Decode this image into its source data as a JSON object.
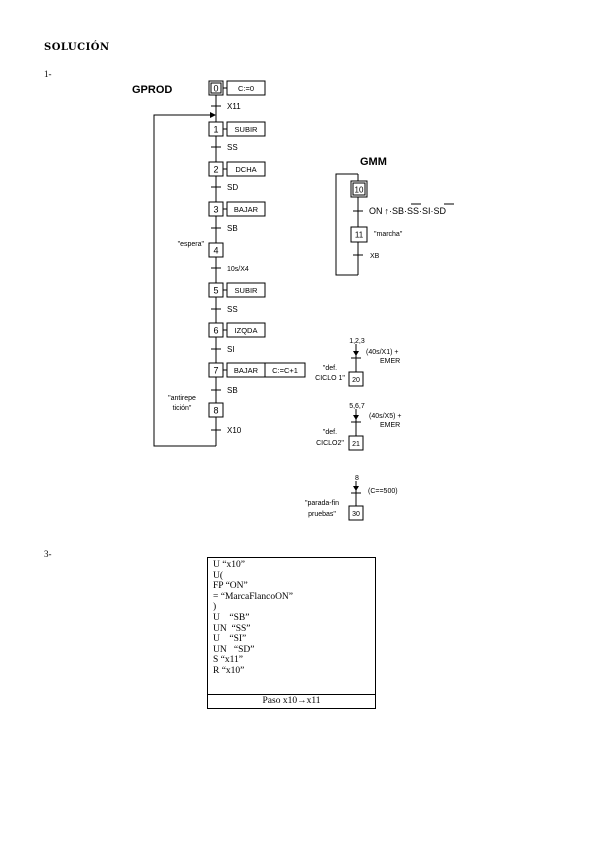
{
  "heading": "SOLUCIÓN",
  "section_1": "1-",
  "section_3": "3-",
  "gprod": {
    "title": "GPROD",
    "steps": [
      {
        "n": "0",
        "action": "C:=0"
      },
      {
        "n": "1",
        "action": "SUBIR"
      },
      {
        "n": "2",
        "action": "DCHA"
      },
      {
        "n": "3",
        "action": "BAJAR"
      },
      {
        "n": "4",
        "action": ""
      },
      {
        "n": "5",
        "action": "SUBIR"
      },
      {
        "n": "6",
        "action": "IZQDA"
      },
      {
        "n": "7",
        "action": "BAJAR",
        "action2": "C:=C+1"
      },
      {
        "n": "8",
        "action": ""
      }
    ],
    "transitions": [
      "X11",
      "SS",
      "SD",
      "SB",
      "10s/X4",
      "SS",
      "SI",
      "SB",
      "X10"
    ],
    "comment_4": "\"espera\"",
    "comment_8_l1": "\"antirepe",
    "comment_8_l2": "tición\""
  },
  "gmm": {
    "title": "GMM",
    "step_10": "10",
    "step_11": "11",
    "t10_prefix": "ON",
    "t10_arrow": "↑",
    "t10_mid": "·SB·",
    "t10_ss": "SS",
    "t10_dot": "·SI·",
    "t10_sd": "SD",
    "comment_11": "\"marcha\"",
    "t11": "XB"
  },
  "aux": {
    "s20": {
      "from": "1,2,3",
      "cond_l1": "(40s/X1) +",
      "cond_l2": "EMER",
      "c1": "\"def.",
      "c2": "CICLO 1\"",
      "n": "20"
    },
    "s21": {
      "from": "5,6,7",
      "cond_l1": "(40s/X5) +",
      "cond_l2": "EMER",
      "c1": "\"def.",
      "c2": "CICLO2\"",
      "n": "21"
    },
    "s30": {
      "from": "8",
      "cond": "(C==500)",
      "c1": "\"parada-fin",
      "c2": "pruebas\"",
      "n": "30"
    }
  },
  "code": {
    "lines": [
      "U “x10”",
      "U(",
      "FP “ON”",
      "= “MarcaFlancoON”",
      ")",
      "U    “SB”",
      "UN  “SS”",
      "U    “SI”",
      "UN   “SD”",
      "S “x11”",
      "R “x10”"
    ],
    "caption": "Paso x10→x11"
  }
}
